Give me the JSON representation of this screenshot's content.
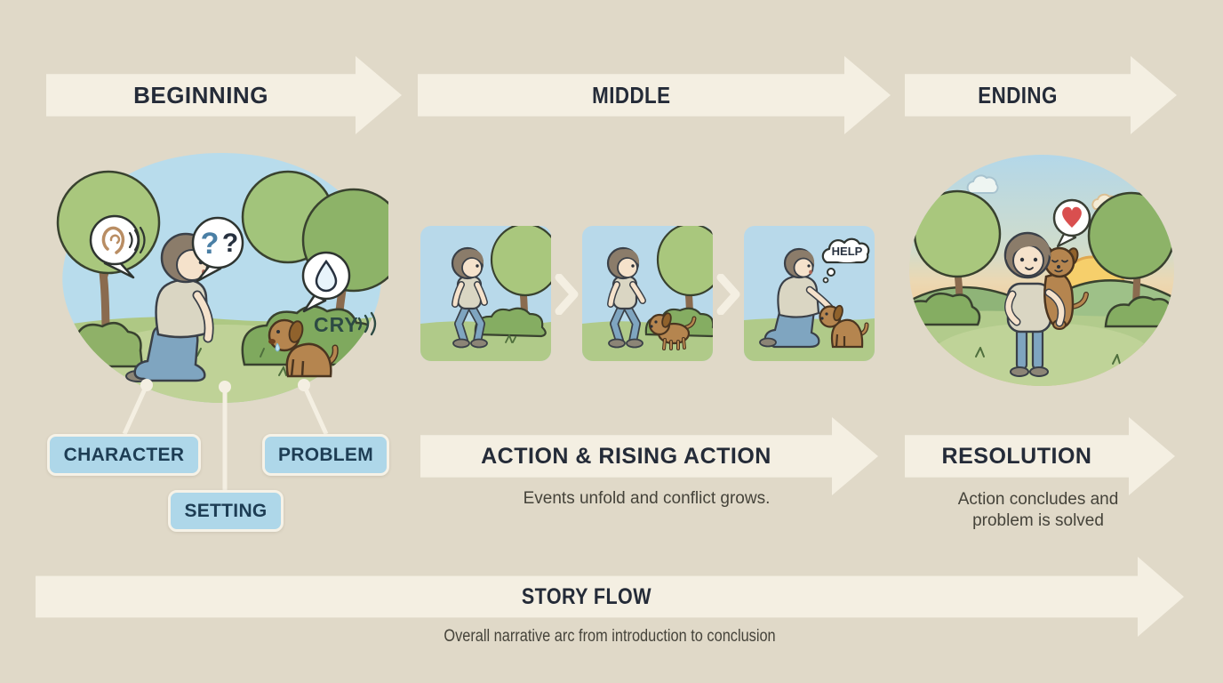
{
  "palette": {
    "background": "#e0d9c8",
    "banner_cream": "#f4efe2",
    "heading_text": "#242b38",
    "callout_blue": "#aed7e9",
    "callout_text": "#1d3d54",
    "heart_red": "#d94f4f"
  },
  "header": {
    "beginning": "BEGINNING",
    "middle": "MIDDLE",
    "ending": "ENDING"
  },
  "beginning": {
    "callouts": [
      {
        "label": "CHARACTER"
      },
      {
        "label": "SETTING"
      },
      {
        "label": "PROBLEM"
      }
    ],
    "scene": {
      "cry_label": "CRY",
      "question_mark_1": "?",
      "question_mark_2": "?"
    }
  },
  "middle": {
    "banner": "ACTION & RISING ACTION",
    "subtitle": "Events unfold and conflict grows.",
    "scene": {
      "help_label": "HELP"
    }
  },
  "ending": {
    "banner": "RESOLUTION",
    "subtitle_line1": "Action concludes and",
    "subtitle_line2": "problem is solved"
  },
  "footer": {
    "banner": "STORY FLOW",
    "subtitle": "Overall narrative arc from introduction to conclusion"
  }
}
